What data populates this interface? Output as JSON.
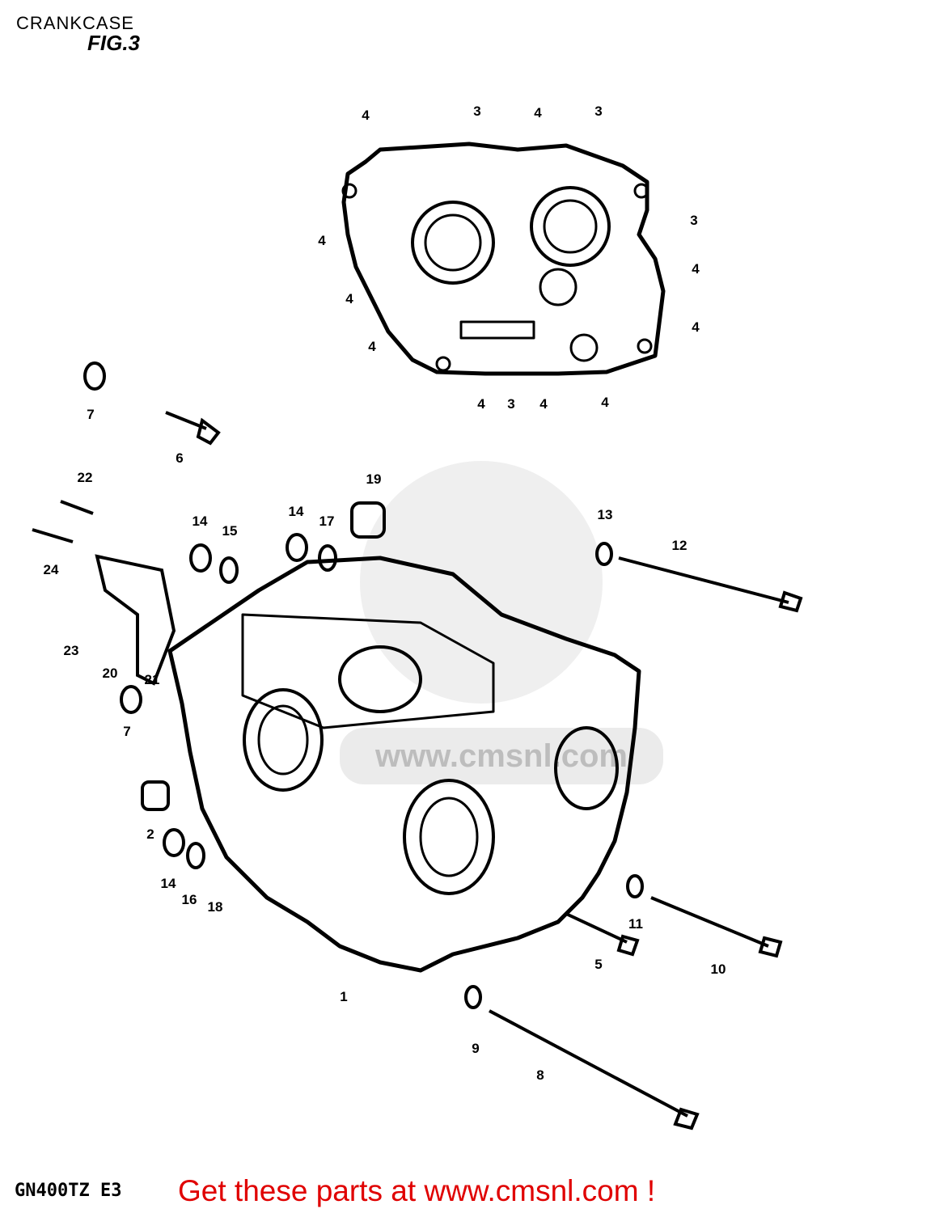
{
  "header": {
    "title": "CRANKCASE",
    "figure": "FIG.3"
  },
  "footer": {
    "model": "GN400TZ E3",
    "promo": "Get these parts at www.cmsnl.com !"
  },
  "watermark": {
    "text": "www.cmsnl.com"
  },
  "callouts": [
    {
      "id": "c1",
      "label": "4"
    },
    {
      "id": "c2",
      "label": "3"
    },
    {
      "id": "c3",
      "label": "4"
    },
    {
      "id": "c4",
      "label": "3"
    },
    {
      "id": "c5",
      "label": "3"
    },
    {
      "id": "c6",
      "label": "4"
    },
    {
      "id": "c7",
      "label": "4"
    },
    {
      "id": "c8",
      "label": "4"
    },
    {
      "id": "c9",
      "label": "4"
    },
    {
      "id": "c10",
      "label": "4"
    },
    {
      "id": "c11",
      "label": "4"
    },
    {
      "id": "c12",
      "label": "3"
    },
    {
      "id": "c13",
      "label": "4"
    },
    {
      "id": "c14",
      "label": "4"
    },
    {
      "id": "c15",
      "label": "7"
    },
    {
      "id": "c16",
      "label": "6"
    },
    {
      "id": "c17",
      "label": "22"
    },
    {
      "id": "c18",
      "label": "24"
    },
    {
      "id": "c19",
      "label": "23"
    },
    {
      "id": "c20",
      "label": "20"
    },
    {
      "id": "c21",
      "label": "21"
    },
    {
      "id": "c22",
      "label": "14"
    },
    {
      "id": "c23",
      "label": "15"
    },
    {
      "id": "c24",
      "label": "14"
    },
    {
      "id": "c25",
      "label": "17"
    },
    {
      "id": "c26",
      "label": "19"
    },
    {
      "id": "c27",
      "label": "13"
    },
    {
      "id": "c28",
      "label": "12"
    },
    {
      "id": "c29",
      "label": "7"
    },
    {
      "id": "c30",
      "label": "2"
    },
    {
      "id": "c31",
      "label": "14"
    },
    {
      "id": "c32",
      "label": "16"
    },
    {
      "id": "c33",
      "label": "18"
    },
    {
      "id": "c34",
      "label": "1"
    },
    {
      "id": "c35",
      "label": "11"
    },
    {
      "id": "c36",
      "label": "5"
    },
    {
      "id": "c37",
      "label": "10"
    },
    {
      "id": "c38",
      "label": "9"
    },
    {
      "id": "c39",
      "label": "8"
    }
  ]
}
